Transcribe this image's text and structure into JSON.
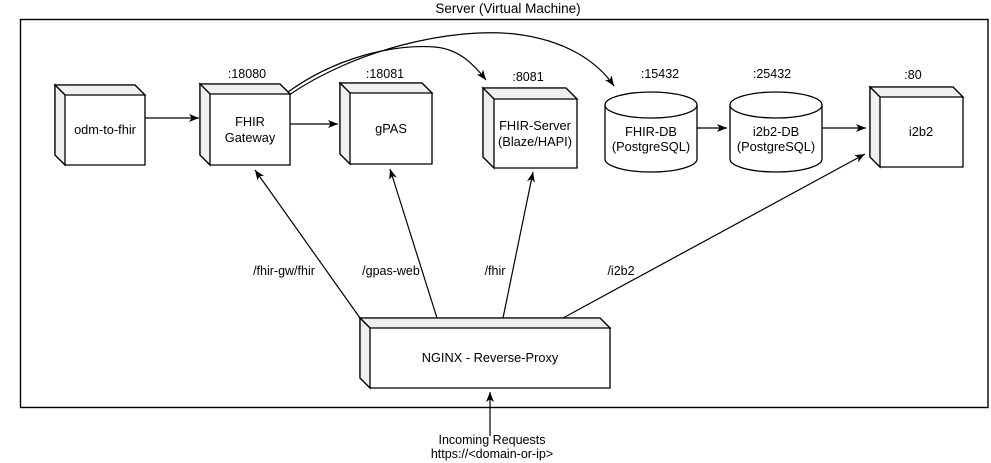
{
  "diagram": {
    "title": "Server (Virtual Machine)",
    "colors": {
      "stroke": "#000000",
      "shape_fill": "#ffffff",
      "shade_fill": "#f0f0f0",
      "text": "#000000"
    },
    "nodes": [
      {
        "id": "odm-to-fhir",
        "type": "cube",
        "port": "",
        "lines": [
          "odm-to-fhir"
        ]
      },
      {
        "id": "fhir-gateway",
        "type": "cube",
        "port": ":18080",
        "lines": [
          "FHIR",
          "Gateway"
        ]
      },
      {
        "id": "gpas",
        "type": "cube",
        "port": ":18081",
        "lines": [
          "gPAS"
        ]
      },
      {
        "id": "fhir-server",
        "type": "cube",
        "port": ":8081",
        "lines": [
          "FHIR-Server",
          "(Blaze/HAPI)"
        ]
      },
      {
        "id": "fhir-db",
        "type": "cylinder",
        "port": ":15432",
        "lines": [
          "FHIR-DB",
          "(PostgreSQL)"
        ]
      },
      {
        "id": "i2b2-db",
        "type": "cylinder",
        "port": ":25432",
        "lines": [
          "i2b2-DB",
          "(PostgreSQL)"
        ]
      },
      {
        "id": "i2b2",
        "type": "cube",
        "port": ":80",
        "lines": [
          "i2b2"
        ]
      },
      {
        "id": "nginx",
        "type": "cube",
        "port": "",
        "lines": [
          "NGINX - Reverse-Proxy"
        ]
      }
    ],
    "edges": [
      {
        "id": "nginx-to-fhir-gateway",
        "label": "/fhir-gw/fhir"
      },
      {
        "id": "nginx-to-gpas",
        "label": "/gpas-web"
      },
      {
        "id": "nginx-to-fhir-server",
        "label": "/fhir"
      },
      {
        "id": "nginx-to-i2b2",
        "label": "/i2b2"
      }
    ],
    "external": {
      "lines": [
        "Incoming Requests",
        "https://<domain-or-ip>"
      ]
    }
  }
}
